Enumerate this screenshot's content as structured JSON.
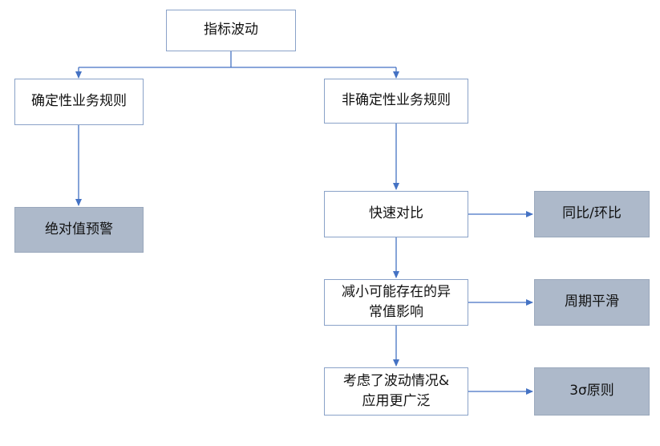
{
  "diagram": {
    "root": "指标波动",
    "left_branch": "确定性业务规则",
    "left_result": "绝对值预警",
    "right_branch": "非确定性业务规则",
    "step1": "快速对比",
    "step1_result": "同比/环比",
    "step2": "减小可能存在的异\n常值影响",
    "step2_result": "周期平滑",
    "step3": "考虑了波动情况&\n应用更广泛",
    "step3_result": "3σ原则"
  },
  "colors": {
    "line": "#4472c4",
    "box_border": "#8aa2c8",
    "result_fill": "#adb9ca"
  }
}
